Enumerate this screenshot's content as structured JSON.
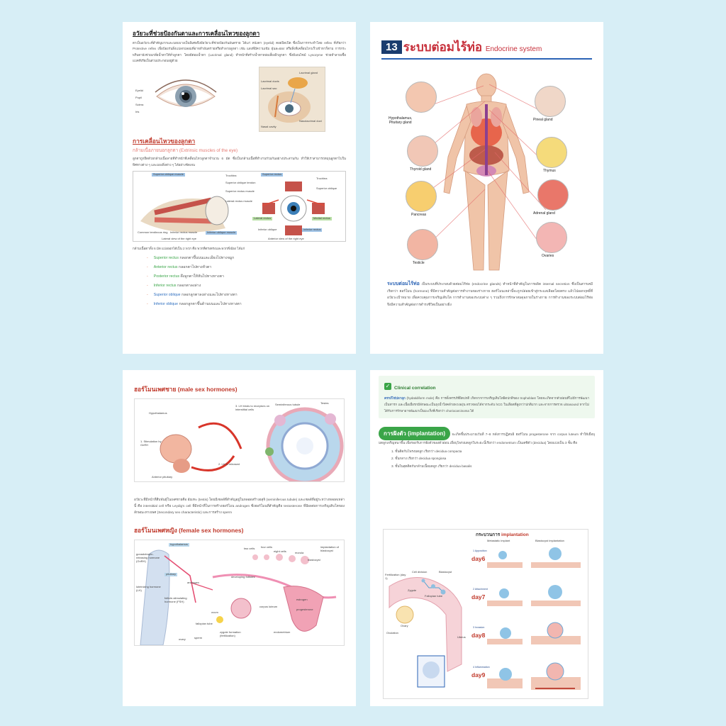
{
  "page1": {
    "heading": "อวัยวะที่ช่วยป้องกันตาและการเคลื่อนไหวของลูกตา",
    "para1": "ตาเป็นอวัยวะที่สำคัญมากและบอบบางเป็นพิเศษจึงมีอวัยวะที่ช่วยป้องกันอันตราย ได้แก่ หนังตา (eyelid) คอยปิดเปิด ซึ่งเป็นการกระทำโดย reflex ที่เรียกว่า Protective reflex เพื่อป้องกันสิ่งแปลกปลอมที่อาจทำอันตรายหรือทำลายลูกตา เช่น แสงที่มีความเข้ม ฝุ่นละออง หรือสิ่งที่เคลื่อนไหวเร็วเข้าหาก็ตาม การกระพริบตายังช่วยเกลี่ยน้ำตาให้ทั่วลูกตา โดยมีต่อมน้ำตา (Lacrimal gland) ทำหน้าที่สร้างน้ำตาหล่อเลี้ยงผิวลูกตา ซึ่งมีเอนไซม์ Lysozyme ช่วยทำลายเชื้อแบคทีเรียเป็นส่วนประกอบอยู่ด้วย",
    "eye_labels": [
      "Eyelid",
      "Pupil",
      "Sclera",
      "Iris"
    ],
    "gland_labels": [
      "Lacrimal gland",
      "Lacrimal ducts",
      "Lacrimal sac",
      "Nasolacrimal duct",
      "Nasal cavity"
    ],
    "heading2": "การเคลื่อนไหวของลูกตา",
    "sub2": "กล้ามเนื้อภายนอกลูกตา (Extrinsic muscles of the eye)",
    "para2": "ลูกตาถูกยึดด้วยกล้ามเนื้อลายที่ทำหน้าที่เคลื่อนไหวลูกตาจำนวน 6 มัด ซึ่งเป็นกล้ามเนื้อที่ทำงานร่วมกันอย่างประสานกัน ทำให้เราสามารถหมุนลูกตาไปในทิศทางต่าง ๆ และมองสิ่งต่าง ๆ ได้อย่างชัดเจน",
    "muscle_labels_left": [
      "Superior oblique muscle",
      "Trochlea",
      "Superior oblique tendon",
      "Superior rectus muscle",
      "Lateral rectus muscle",
      "Common tendinous ring",
      "Inferior rectus muscle",
      "Inferior oblique muscle"
    ],
    "muscle_labels_right": [
      "Superior rectus",
      "Trochlea",
      "Superior oblique",
      "Lateral rectus",
      "Medial rectus",
      "Inferior oblique",
      "Inferior rectus"
    ],
    "caption_left": "Lateral view of the right eye",
    "caption_right": "Anterior view of the right eye",
    "intro3": "กล้ามเนื้อตาทั้ง 6 มัด แบ่งออกได้เป็น 2 พวก คือ พวกที่ตรงตรงและพวกที่เฉียง ได้แก่",
    "bullets": [
      {
        "name": "Superior rectus",
        "desc": "กลอกตาขึ้นบนและเอียงไปทางจมูก",
        "color": "g"
      },
      {
        "name": "Anterior rectus",
        "desc": "กลอกตาไปทางหัวตา",
        "color": "g"
      },
      {
        "name": "Posterior rectus",
        "desc": "ดึงลูกตาให้หันไปทางหางตา",
        "color": "g"
      },
      {
        "name": "Inferior rectus",
        "desc": "กลอกตาลงล่าง",
        "color": "g"
      },
      {
        "name": "Superior oblique",
        "desc": "กลอกลูกตาลงล่างและไปทางหางตา",
        "color": "b"
      },
      {
        "name": "Inferior oblique",
        "desc": "กลอกลูกตาขึ้นด้านบนและไปทางหางตา",
        "color": "b"
      }
    ]
  },
  "page2": {
    "num": "13",
    "title_th": "ระบบต่อมไร้ท่อ",
    "title_en": "Endocrine system",
    "glands": {
      "hypothalamus": "Hypothalamus,\nPituitary gland",
      "pineal": "Pineal gland",
      "thyroid": "Thyroid gland",
      "thymus": "Thymus",
      "pancreas": "Pancreas",
      "adrenal": "Adrenal gland",
      "ovaries": "Ovaries",
      "testicle": "Testicle"
    },
    "para_head": "ระบบต่อมไร้ท่อ",
    "para": "เป็นระบบที่ประกอบด้วยต่อมไร้ท่อ (endocrine glands) ทำหน้าที่สำคัญในการผลิต internal secretion ซึ่งเป็นสารเคมี เรียกว่า ฮอร์โมน (hormone) ที่มีความสำคัญต่อการทำงานของร่างกาย ฮอร์โมนเหล่านี้จะถูกปล่อยเข้าสู่กระแสเลือดโดยตรง แล้วไปออกฤทธิ์ที่อวัยวะเป้าหมาย เพื่อควบคุมการเจริญเติบโต การทำงานของระบบต่าง ๆ รวมถึงการรักษาสมดุลภายในร่างกาย การทำงานของระบบต่อมไร้ท่อจึงมีความสำคัญต่อการดำรงชีวิตเป็นอย่างยิ่ง"
  },
  "page3": {
    "heading1": "ฮอร์โมนเพศชาย (male sex hormones)",
    "fig1_labels": [
      "Hypothalamus",
      "3. LH binds to receptors on interstitial cells",
      "Seminiferous tubule",
      "Testes",
      "1. Stimulation by GnRH",
      "2. LH is released",
      "Anterior pituitary"
    ],
    "para1": "อวัยวะที่มีหน้าที่สืบพันธุ์ในเพศชายคือ อัณฑะ (testis) โดยมีเซลล์ที่สำคัญอยู่ในหลอดสร้างอสุจิ (seminiferous tubule) และเซลล์ที่อยู่ระหว่างหลอดเหล่านี้ คือ interstitial cell หรือ Leydig's cell ที่มีหน้าที่ในการสร้างฮอร์โมน androgen ซึ่งฮอร์โมนที่สำคัญคือ testosterone ที่มีผลต่อการเจริญเติบโตของลักษณะทางเพศ (Secondary sex characteristic) และการสร้าง sperm",
    "heading2": "ฮอร์โมนเพศหญิง (female sex hormones)",
    "fig2_labels": [
      "hypothalamus",
      "gonadotropin-releasing hormone (GnRH)",
      "pituitary",
      "luteinizing hormone (LH)",
      "follicle-stimulating hormone (FSH)",
      "androgen",
      "estrogen",
      "progesterone",
      "two cells",
      "four cells",
      "eight cells",
      "morula",
      "blastocyst",
      "implantation of blastocyst",
      "developing follicles",
      "corpus luteum",
      "endometrium",
      "ovary",
      "fallopian tube",
      "zygote formation (fertilization)",
      "ovum",
      "sperm"
    ]
  },
  "page4": {
    "clinic_title": "Clinical correlation",
    "clinic_head": "ครรภ์ไข่ปลาอุก",
    "clinic_body": "(hydatidiform mole) คือ การตั้งครรภ์ที่ผิดปกติ เกิดจากการเจริญเติบโตผิดปกติของ trophoblast โดยจะเกิดจากตัวอ่อนที่ไม่มีการพัฒนาเป็นทารก และเนื้อเยื่อรกมีลักษณะเป็นถุงน้ำใสคล้ายพวงองุ่น ตรวจพบได้จากระดับ hCG ในเลือดที่สูงกว่าปกติมาก และจากการตรวจ ultrasound หากไม่ได้รับการรักษาอาจพัฒนาเป็นมะเร็งที่เรียกว่า choriocarcinoma ได้",
    "implant_pill": "การฝังตัว (implantation)",
    "implant_para": "จะเกิดขึ้นประมาณวันที่ 7–8 หลังการปฏิสนธิ ฮอร์โมน progesterone จาก corpus luteum ทำให้เยื่อบุมดลูกเจริญหนาขึ้น เพื่อรองรับการฝังตัวของตัวอ่อน เยื่อบุโพรงมดลูกในระยะนี้เรียกว่า endometrium เป็นเดซิดัว (decidua) โดยแบ่งเป็น 3 ชั้น คือ",
    "layers": [
      "1.   ชั้นติดกับโพรงมดลูก เรียกว่า decidua compacta",
      "2.   ชั้นกลาง เรียกว่า decidua spongiosa",
      "3.   ชั้นในสุดติดกับกล้ามเนื้อมดลูก เรียกว่า decidua basalis"
    ],
    "fig_title_prefix": "กระบวนการ",
    "fig_title_emph": "implantation",
    "fig_col_left": "Metastatic implant",
    "fig_col_right": "Blastocyst implantation",
    "days": [
      "day6",
      "day7",
      "day8",
      "day9"
    ],
    "stages": [
      "1 Apposition",
      "2 Attachment",
      "3 Invasion",
      "4 Inflammation"
    ],
    "uterus_labels": [
      "Fertilization (day 1)",
      "Cell division",
      "Blastocyst",
      "Fallopian tube",
      "Zygote",
      "Ovary",
      "Ovulation",
      "Uterus"
    ]
  }
}
